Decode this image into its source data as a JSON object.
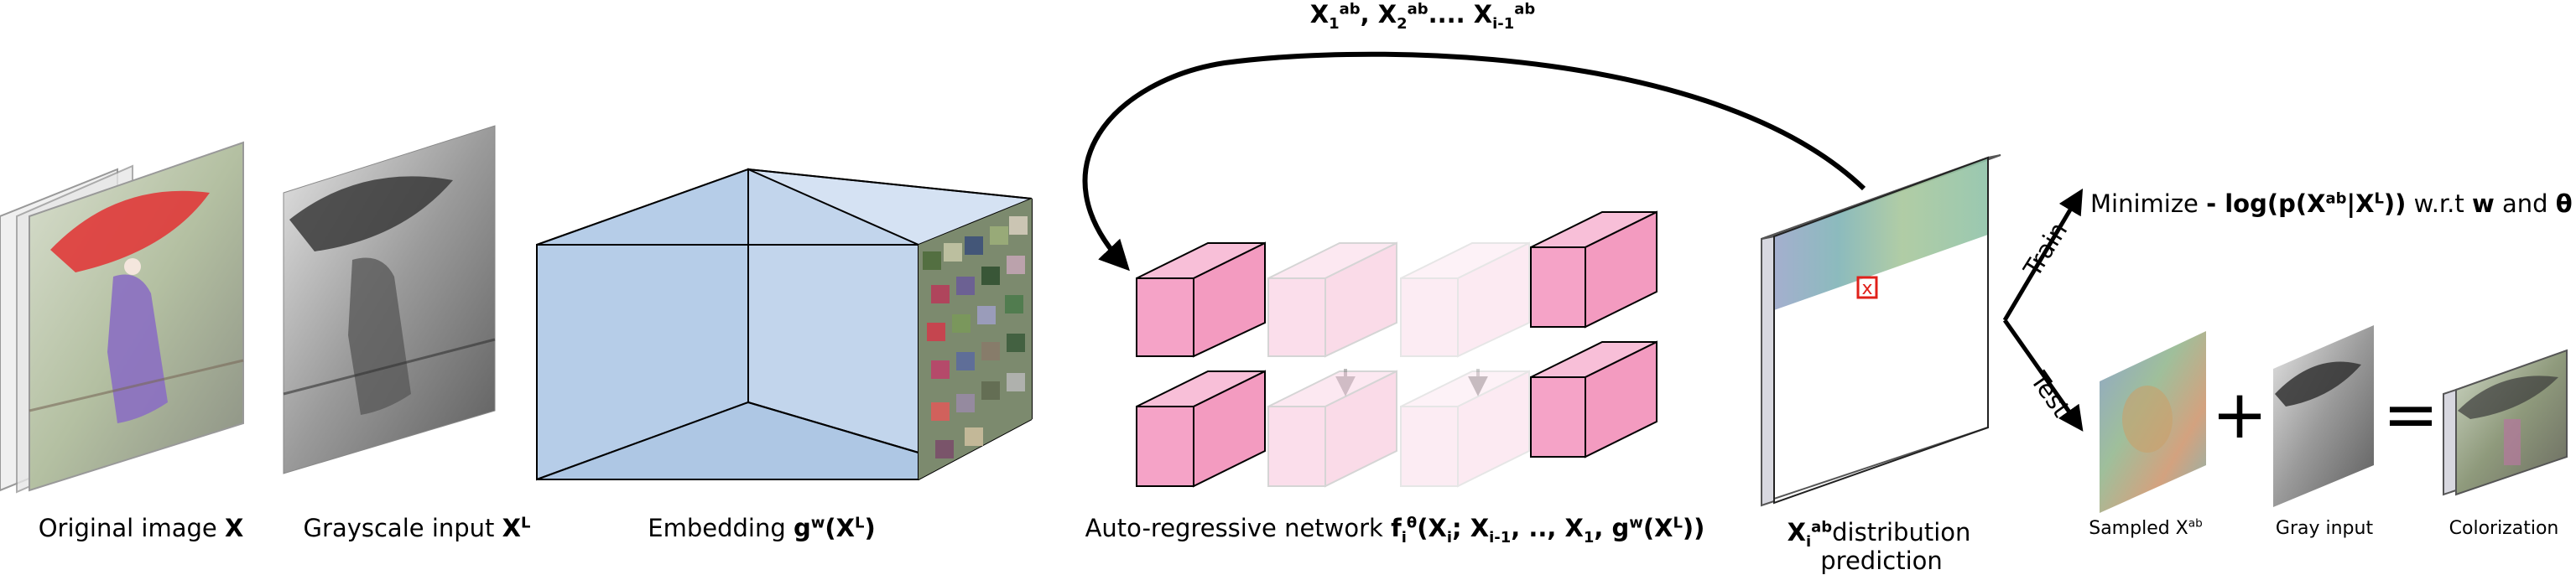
{
  "panels": {
    "original": {
      "label": "Original image ",
      "symbol": "X"
    },
    "grayscale": {
      "label": "Grayscale input ",
      "symbol": "X",
      "sup": "L"
    },
    "embedding": {
      "label": "Embedding ",
      "g": "g",
      "g_sup": "w",
      "arg_open": "(X",
      "arg_sup": "L",
      "arg_close": ")"
    },
    "autoregressive": {
      "label": "Auto-regressive network ",
      "f": "f",
      "f_sub": "i",
      "f_sup": "θ",
      "args_1": "(X",
      "args_1_sub": "i",
      "args_2": "; X",
      "args_2_sub": "i-1",
      "args_3": ", .., X",
      "args_3_sub": "1",
      "args_4": ", g",
      "args_4_sup": "w",
      "args_5": "(X",
      "args_5_sup": "L",
      "args_6": "))"
    },
    "distribution": {
      "line1_x": "X",
      "line1_sub": "i",
      "line1_sup": "ab",
      "line1_rest": "distribution",
      "line2": "prediction",
      "marker": "x"
    },
    "feedback": {
      "x1": "X",
      "x1_sub": "1",
      "x1_sup": "ab",
      "sep1": ", ",
      "x2": "X",
      "x2_sub": "2",
      "x2_sup": "ab",
      "dots": ".... ",
      "x3": "X",
      "x3_sub": "i-1",
      "x3_sup": "ab"
    },
    "objective": {
      "prefix": "Minimize  ",
      "expr_1": "- log(p(X",
      "expr_1_sup": "ab",
      "expr_2": "|X",
      "expr_2_sup": "L",
      "expr_3": "))",
      "wrt": " w.r.t ",
      "w": "w",
      "and": " and ",
      "theta": "θ"
    },
    "branches": {
      "train": "Train",
      "test": "Test"
    },
    "outputs": {
      "sampled_label": "Sampled X",
      "sampled_sup": "ab",
      "gray_label": "Gray input",
      "colorization_label": "Colorization",
      "plus": "+",
      "equals": "="
    }
  },
  "colors": {
    "embedding_fill": "#c9d9ee",
    "embedding_fill_dark": "#b2cbe6",
    "cube_pink": "#f5a3c7",
    "cube_pink_faded": "#fbe3ee",
    "cube_pink_faint": "#fdf0f5",
    "marker_red": "#e0201a"
  }
}
